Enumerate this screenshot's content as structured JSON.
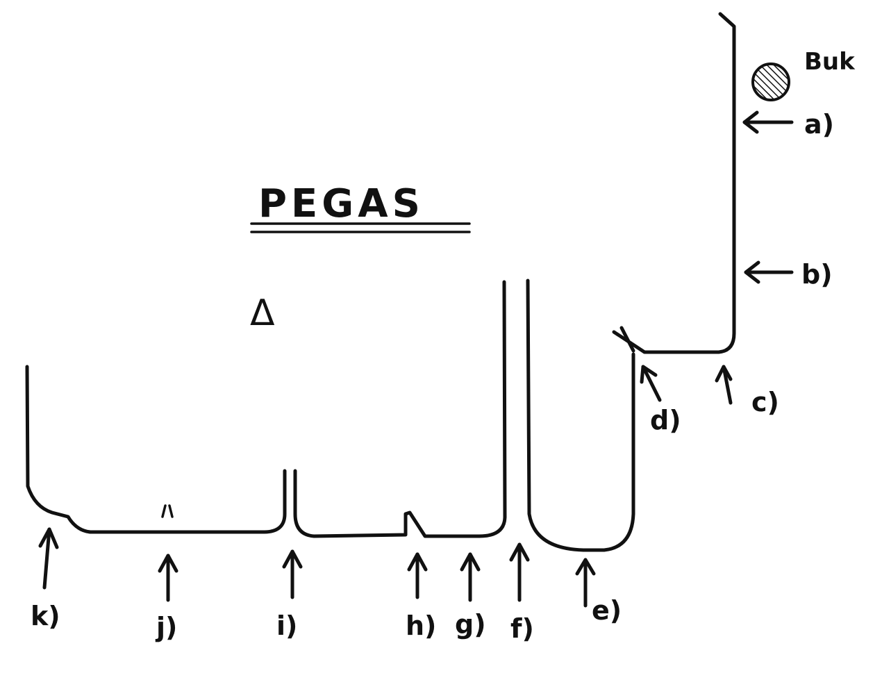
{
  "title": "PEGAS",
  "symbol": "Δ",
  "legend_label": "Buk",
  "labels": {
    "a": "a)",
    "b": "b)",
    "c": "c)",
    "d": "d)",
    "e": "e)",
    "f": "f)",
    "g": "g)",
    "h": "h)",
    "i": "i)",
    "j": "j)",
    "k": "k)"
  }
}
